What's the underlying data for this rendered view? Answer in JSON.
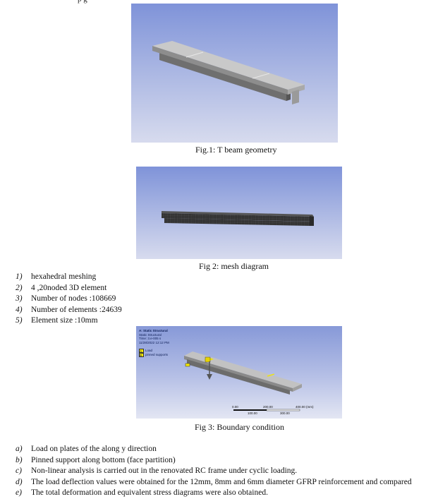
{
  "top_fragment": "p    g",
  "figures": [
    {
      "caption": "Fig.1: T beam geometry"
    },
    {
      "caption": "Fig 2: mesh diagram"
    },
    {
      "caption": "Fig 3: Boundary condition"
    }
  ],
  "mesh_list": [
    {
      "marker": "1)",
      "text": "hexahedral meshing"
    },
    {
      "marker": "2)",
      "text": "4 ,20noded 3D element"
    },
    {
      "marker": "3)",
      "text": "Number of nodes :108669"
    },
    {
      "marker": "4)",
      "text": "Number of elements :24639"
    },
    {
      "marker": "5)",
      "text": "Element size :10mm"
    }
  ],
  "fig3_overlay": {
    "title": "A: Static Structural",
    "line2": "Static Structural",
    "line3": "Time: 3.e-005 s",
    "line4": "11/28/2022 12:12 PM",
    "legend": [
      {
        "key": "A",
        "label": "Load",
        "color": "#f2e600"
      },
      {
        "key": "B",
        "label": "pinned supports",
        "color": "#f2e600"
      }
    ],
    "scale_ticks": [
      "0.00",
      "200.00",
      "400.00 (mm)"
    ],
    "scale_sub": [
      "100.00",
      "300.00"
    ]
  },
  "conditions_list": [
    {
      "marker": "a)",
      "text": "Load on plates of the  along y direction"
    },
    {
      "marker": "b)",
      "text": "Pinned support along bottom (face partition)"
    },
    {
      "marker": "c)",
      "text": "Non-linear analysis is carried out in the renovated RC frame under cyclic loading."
    },
    {
      "marker": "d)",
      "text": "The load deflection values were obtained for the 12mm, 8mm and 6mm diameter GFRP reinforcement  and compared"
    },
    {
      "marker": "e)",
      "text": "The total deformation and equivalent stress diagrams were also obtained."
    }
  ]
}
